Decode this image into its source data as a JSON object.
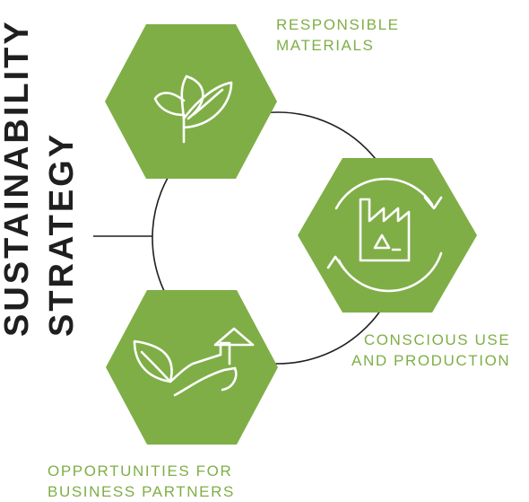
{
  "title": {
    "line1": "SUSTAINABILITY",
    "line2": "STRATEGY"
  },
  "nodes": [
    {
      "id": "responsible-materials",
      "icon": "leaf-sprout-icon",
      "label_lines": [
        "RESPONSIBLE",
        "MATERIALS"
      ]
    },
    {
      "id": "conscious-use",
      "icon": "factory-recycle-icon",
      "label_lines": [
        "CONSCIOUS USE",
        "AND PRODUCTION"
      ]
    },
    {
      "id": "opportunities",
      "icon": "leaf-growth-arrow-icon",
      "label_lines": [
        "OPPORTUNITIES FOR",
        "BUSINESS PARTNERS"
      ]
    }
  ],
  "colors": {
    "hex_fill": "#7fae47",
    "label": "#7fae47",
    "line": "#1f1f1f",
    "title": "#1f1f1f"
  }
}
